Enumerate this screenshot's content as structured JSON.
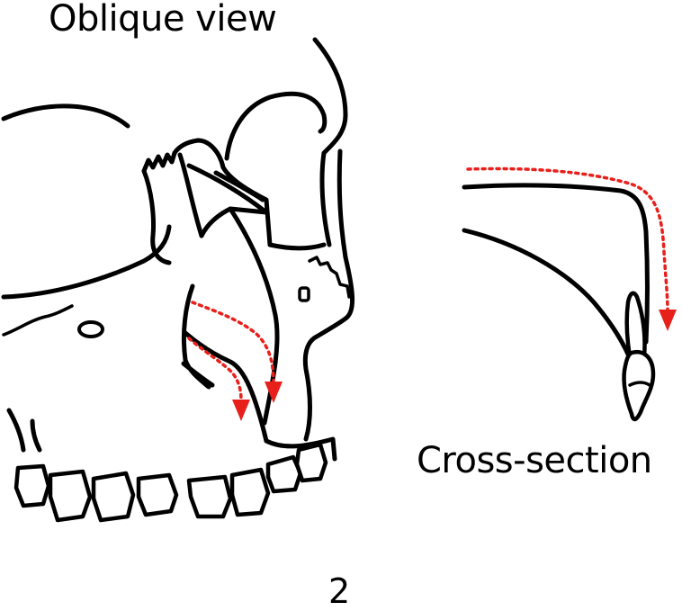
{
  "labels": {
    "oblique_view": "Oblique view",
    "cross_section": "Cross-section",
    "panel_number": "2"
  },
  "colors": {
    "outline": "#000000",
    "arrow": "#e8201c",
    "background": "#ffffff"
  },
  "icons": {
    "arrow_style": "red-dotted-curved-arrow"
  }
}
